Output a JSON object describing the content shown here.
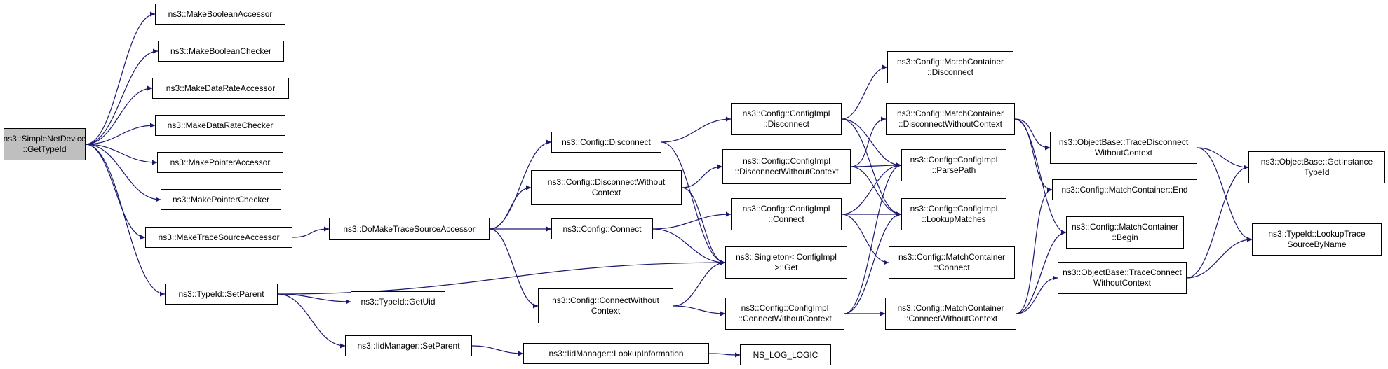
{
  "diagram": {
    "type": "call-graph",
    "colors": {
      "edge": "#191970",
      "node_border": "#000000",
      "node_fill": "#ffffff",
      "root_fill": "#bfbfbf"
    },
    "nodes": [
      {
        "id": "n_gettypeid",
        "label": "ns3::SimpleNetDevice\n::GetTypeId",
        "root": true
      },
      {
        "id": "n_makeboolacc",
        "label": "ns3::MakeBooleanAccessor"
      },
      {
        "id": "n_makeboolchk",
        "label": "ns3::MakeBooleanChecker"
      },
      {
        "id": "n_makedraacc",
        "label": "ns3::MakeDataRateAccessor"
      },
      {
        "id": "n_makedrachk",
        "label": "ns3::MakeDataRateChecker"
      },
      {
        "id": "n_makeptracc",
        "label": "ns3::MakePointerAccessor"
      },
      {
        "id": "n_makeptrchk",
        "label": "ns3::MakePointerChecker"
      },
      {
        "id": "n_maketsacc",
        "label": "ns3::MakeTraceSourceAccessor"
      },
      {
        "id": "n_typeid_setparent",
        "label": "ns3::TypeId::SetParent"
      },
      {
        "id": "n_dotsacc",
        "label": "ns3::DoMakeTraceSourceAccessor"
      },
      {
        "id": "n_typeid_getuid",
        "label": "ns3::TypeId::GetUid"
      },
      {
        "id": "n_iid_setparent",
        "label": "ns3::IidManager::SetParent"
      },
      {
        "id": "n_cfg_disconnect",
        "label": "ns3::Config::Disconnect"
      },
      {
        "id": "n_cfg_discwoc",
        "label": "ns3::Config::DisconnectWithout\nContext"
      },
      {
        "id": "n_cfg_connect",
        "label": "ns3::Config::Connect"
      },
      {
        "id": "n_cfg_connwoc",
        "label": "ns3::Config::ConnectWithout\nContext"
      },
      {
        "id": "n_iid_lookupinfo",
        "label": "ns3::IidManager::LookupInformation"
      },
      {
        "id": "n_impl_disconnect",
        "label": "ns3::Config::ConfigImpl\n::Disconnect"
      },
      {
        "id": "n_impl_discwoc",
        "label": "ns3::Config::ConfigImpl\n::DisconnectWithoutContext"
      },
      {
        "id": "n_impl_connect",
        "label": "ns3::Config::ConfigImpl\n::Connect"
      },
      {
        "id": "n_singleton_get",
        "label": "ns3::Singleton< ConfigImpl\n>::Get"
      },
      {
        "id": "n_impl_connwoc",
        "label": "ns3::Config::ConfigImpl\n::ConnectWithoutContext"
      },
      {
        "id": "n_ns_log_logic",
        "label": "NS_LOG_LOGIC"
      },
      {
        "id": "n_mc_disconnect",
        "label": "ns3::Config::MatchContainer\n::Disconnect"
      },
      {
        "id": "n_mc_discwoc",
        "label": "ns3::Config::MatchContainer\n::DisconnectWithoutContext"
      },
      {
        "id": "n_impl_parsepath",
        "label": "ns3::Config::ConfigImpl\n::ParsePath"
      },
      {
        "id": "n_impl_lookup",
        "label": "ns3::Config::ConfigImpl\n::LookupMatches"
      },
      {
        "id": "n_mc_connect",
        "label": "ns3::Config::MatchContainer\n::Connect"
      },
      {
        "id": "n_mc_connwoc",
        "label": "ns3::Config::MatchContainer\n::ConnectWithoutContext"
      },
      {
        "id": "n_ob_tracediscwoc",
        "label": "ns3::ObjectBase::TraceDisconnect\nWithoutContext"
      },
      {
        "id": "n_mc_end",
        "label": "ns3::Config::MatchContainer::End"
      },
      {
        "id": "n_mc_begin",
        "label": "ns3::Config::MatchContainer\n::Begin"
      },
      {
        "id": "n_ob_traceconnwoc",
        "label": "ns3::ObjectBase::TraceConnect\nWithoutContext"
      },
      {
        "id": "n_ob_getinstance",
        "label": "ns3::ObjectBase::GetInstance\nTypeId"
      },
      {
        "id": "n_typeid_lookuptrace",
        "label": "ns3::TypeId::LookupTrace\nSourceByName"
      }
    ],
    "edges": [
      [
        "n_gettypeid",
        "n_makeboolacc"
      ],
      [
        "n_gettypeid",
        "n_makeboolchk"
      ],
      [
        "n_gettypeid",
        "n_makedraacc"
      ],
      [
        "n_gettypeid",
        "n_makedrachk"
      ],
      [
        "n_gettypeid",
        "n_makeptracc"
      ],
      [
        "n_gettypeid",
        "n_makeptrchk"
      ],
      [
        "n_gettypeid",
        "n_maketsacc"
      ],
      [
        "n_gettypeid",
        "n_typeid_setparent"
      ],
      [
        "n_maketsacc",
        "n_dotsacc"
      ],
      [
        "n_dotsacc",
        "n_cfg_disconnect"
      ],
      [
        "n_dotsacc",
        "n_cfg_discwoc"
      ],
      [
        "n_dotsacc",
        "n_cfg_connect"
      ],
      [
        "n_dotsacc",
        "n_cfg_connwoc"
      ],
      [
        "n_typeid_setparent",
        "n_singleton_get"
      ],
      [
        "n_typeid_setparent",
        "n_typeid_getuid"
      ],
      [
        "n_typeid_setparent",
        "n_iid_setparent"
      ],
      [
        "n_iid_setparent",
        "n_iid_lookupinfo"
      ],
      [
        "n_iid_lookupinfo",
        "n_ns_log_logic"
      ],
      [
        "n_cfg_disconnect",
        "n_impl_disconnect"
      ],
      [
        "n_cfg_disconnect",
        "n_singleton_get"
      ],
      [
        "n_cfg_discwoc",
        "n_impl_discwoc"
      ],
      [
        "n_cfg_discwoc",
        "n_singleton_get"
      ],
      [
        "n_cfg_connect",
        "n_impl_connect"
      ],
      [
        "n_cfg_connect",
        "n_singleton_get"
      ],
      [
        "n_cfg_connwoc",
        "n_singleton_get"
      ],
      [
        "n_cfg_connwoc",
        "n_impl_connwoc"
      ],
      [
        "n_impl_disconnect",
        "n_mc_disconnect"
      ],
      [
        "n_impl_disconnect",
        "n_impl_parsepath"
      ],
      [
        "n_impl_disconnect",
        "n_impl_lookup"
      ],
      [
        "n_impl_discwoc",
        "n_mc_discwoc"
      ],
      [
        "n_impl_discwoc",
        "n_impl_parsepath"
      ],
      [
        "n_impl_discwoc",
        "n_impl_lookup"
      ],
      [
        "n_impl_connect",
        "n_impl_parsepath"
      ],
      [
        "n_impl_connect",
        "n_impl_lookup"
      ],
      [
        "n_impl_connect",
        "n_mc_connect"
      ],
      [
        "n_impl_connwoc",
        "n_impl_parsepath"
      ],
      [
        "n_impl_connwoc",
        "n_impl_lookup"
      ],
      [
        "n_impl_connwoc",
        "n_mc_connwoc"
      ],
      [
        "n_mc_discwoc",
        "n_ob_tracediscwoc"
      ],
      [
        "n_mc_discwoc",
        "n_mc_end"
      ],
      [
        "n_mc_discwoc",
        "n_mc_begin"
      ],
      [
        "n_mc_connwoc",
        "n_mc_end"
      ],
      [
        "n_mc_connwoc",
        "n_mc_begin"
      ],
      [
        "n_mc_connwoc",
        "n_ob_traceconnwoc"
      ],
      [
        "n_ob_tracediscwoc",
        "n_ob_getinstance"
      ],
      [
        "n_ob_tracediscwoc",
        "n_typeid_lookuptrace"
      ],
      [
        "n_ob_traceconnwoc",
        "n_ob_getinstance"
      ],
      [
        "n_ob_traceconnwoc",
        "n_typeid_lookuptrace"
      ]
    ]
  }
}
